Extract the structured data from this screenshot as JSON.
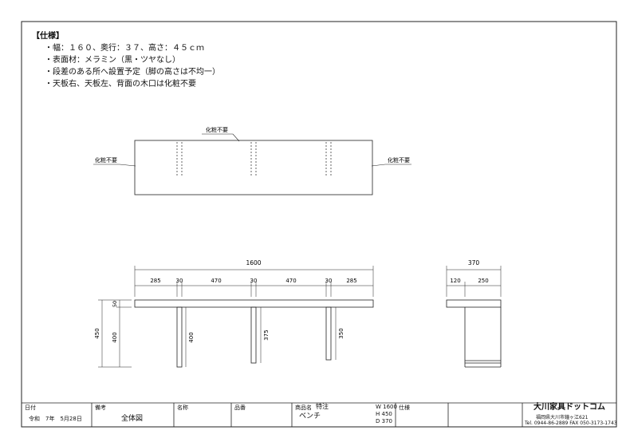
{
  "spec": {
    "header": "【仕様】",
    "lines": [
      "・幅：１６０、奥行：３７、高さ：４５ｃｍ",
      "・表面材：メラミン（黒・ツヤなし）",
      "・段差のある所へ設置予定（脚の高さは不均一）",
      "・天板右、天板左、背面の木口は化粧不要"
    ]
  },
  "top_view": {
    "label_top": "化粧不要",
    "label_left": "化粧不要",
    "label_right": "化粧不要"
  },
  "front_view": {
    "overall": "1600",
    "segments": [
      "285",
      "30",
      "470",
      "30",
      "470",
      "30",
      "285"
    ],
    "height_total": "450",
    "height_top": "50",
    "height_lower": "400",
    "leg_heights": [
      "400",
      "375",
      "350"
    ]
  },
  "side_view": {
    "overall": "370",
    "segments": [
      "120",
      "250"
    ]
  },
  "title_block": {
    "date_label": "日付",
    "date_value": "令和　7年　5月28日",
    "remarks_label": "備考",
    "remarks_value": "全体図",
    "name_label": "名称",
    "part_label": "品番",
    "product_label": "商品名",
    "product_special": "特注",
    "product_name": "ベンチ",
    "dims": [
      "W 1600",
      "H  450",
      "D  370"
    ],
    "spec_label": "仕様",
    "company": "大川家具ドットコム",
    "address": "福岡県大川市鐘ヶ江621",
    "phone": "Tel. 0944-86-2889  FAX 050-3173-1743"
  }
}
